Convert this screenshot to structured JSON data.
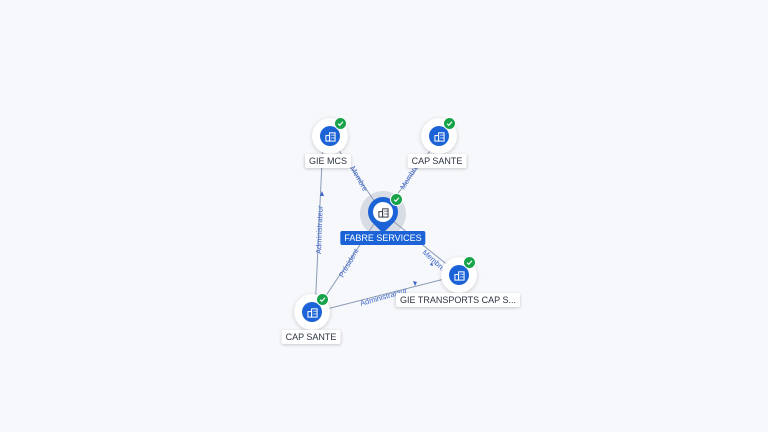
{
  "graph": {
    "center": {
      "label": "FABRE SERVICES",
      "icon": "building-icon",
      "verified": true
    },
    "nodes": [
      {
        "id": "gie_mcs",
        "label": "GIE MCS",
        "icon": "building-icon",
        "verified": true
      },
      {
        "id": "cap_sante_top",
        "label": "CAP SANTE",
        "icon": "building-icon",
        "verified": true
      },
      {
        "id": "gie_transports",
        "label": "GIE TRANSPORTS CAP S...",
        "icon": "building-icon",
        "verified": true
      },
      {
        "id": "cap_sante_bottom",
        "label": "CAP SANTE",
        "icon": "building-icon",
        "verified": true
      }
    ],
    "edges": [
      {
        "from": "center",
        "to": "gie_mcs",
        "label": "Membre"
      },
      {
        "from": "center",
        "to": "cap_sante_top",
        "label": "Membre"
      },
      {
        "from": "center",
        "to": "gie_transports",
        "label": "Membre"
      },
      {
        "from": "cap_sante_bottom",
        "to": "gie_mcs",
        "label": "Administrateur"
      },
      {
        "from": "cap_sante_bottom",
        "to": "center",
        "label": "Président"
      },
      {
        "from": "cap_sante_bottom",
        "to": "gie_transports",
        "label": "Administrateur"
      }
    ],
    "colors": {
      "accent": "#1b63d6",
      "verified": "#17a34a",
      "edge": "#8a9ab5",
      "edge_label": "#3f66c8",
      "background": "#f6f8fb"
    }
  }
}
